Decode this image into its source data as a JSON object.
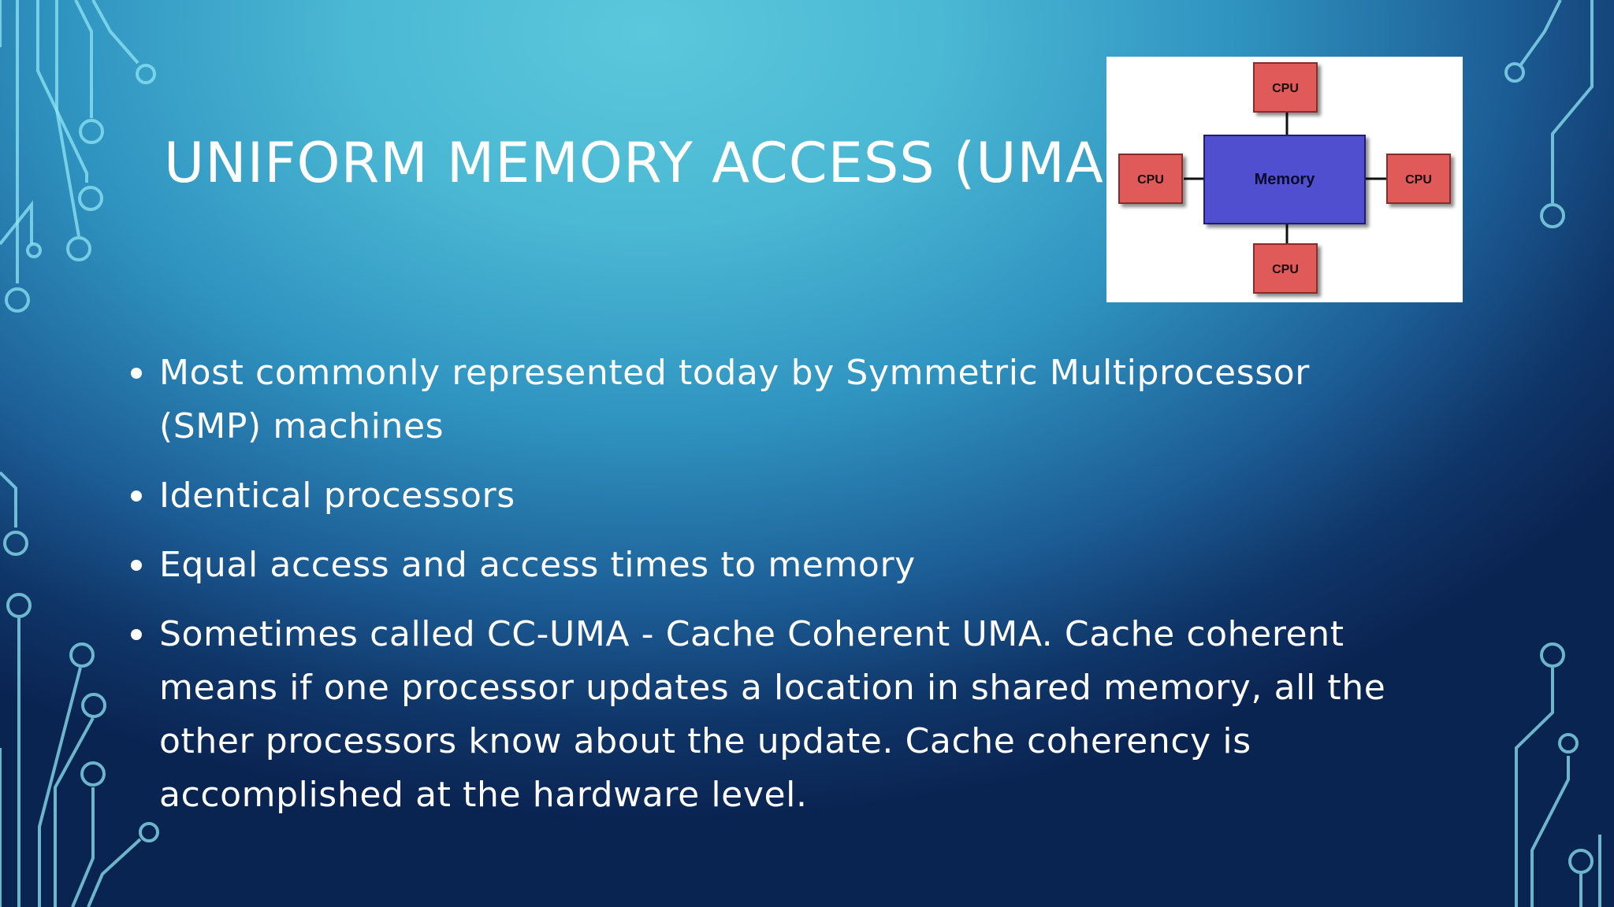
{
  "slide": {
    "title": "UNIFORM MEMORY ACCESS (UMA)",
    "bullets": [
      "Most commonly represented today by Symmetric Multiprocessor (SMP) machines",
      "Identical processors",
      "Equal access and access times to memory",
      "Sometimes called CC-UMA - Cache Coherent UMA. Cache coherent means if one processor updates a location in shared memory, all the other processors know about the update. Cache coherency is accomplished at the hardware level."
    ]
  },
  "diagram": {
    "memory_label": "Memory",
    "cpu_top_label": "CPU",
    "cpu_left_label": "CPU",
    "cpu_right_label": "CPU",
    "cpu_bottom_label": "CPU",
    "memory_color": "#5050d0",
    "cpu_color": "#e05a5a"
  },
  "theme": {
    "text_color": "#ffffff",
    "circuit_color": "#8fe6f4"
  }
}
